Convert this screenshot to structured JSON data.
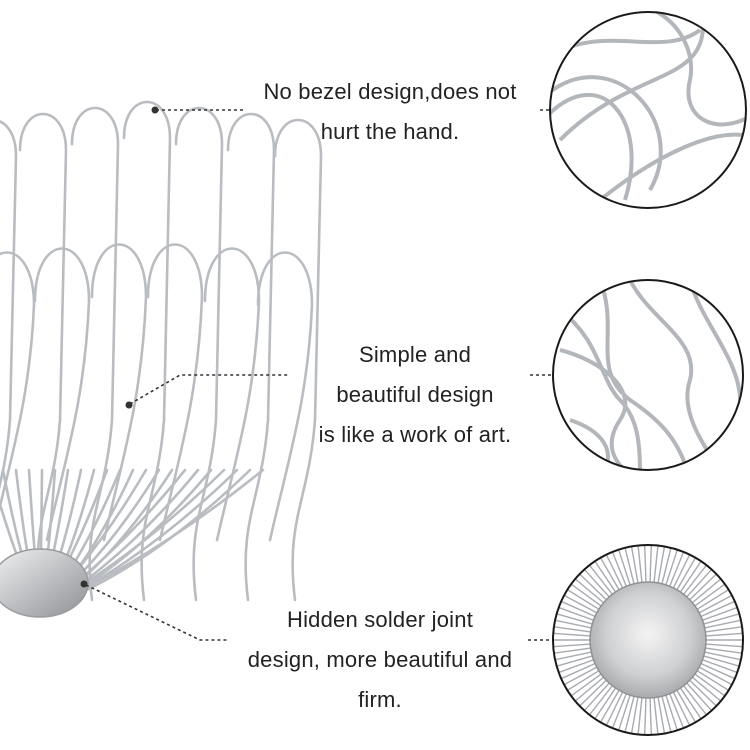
{
  "features": [
    {
      "lines": [
        "No bezel design,does not",
        "hurt the hand."
      ],
      "detail": "wire-loop-rim-closeup"
    },
    {
      "lines": [
        "Simple and",
        "beautiful design",
        "is like a work of art."
      ],
      "detail": "woven-wire-closeup"
    },
    {
      "lines": [
        "Hidden solder joint",
        "design, more beautiful and",
        "firm."
      ],
      "detail": "mirror-base-closeup"
    }
  ],
  "colors": {
    "text": "#222222",
    "wire": "#b9bcc0",
    "leader": "#333333",
    "ring": "#1a1a1a",
    "background": "#ffffff"
  }
}
